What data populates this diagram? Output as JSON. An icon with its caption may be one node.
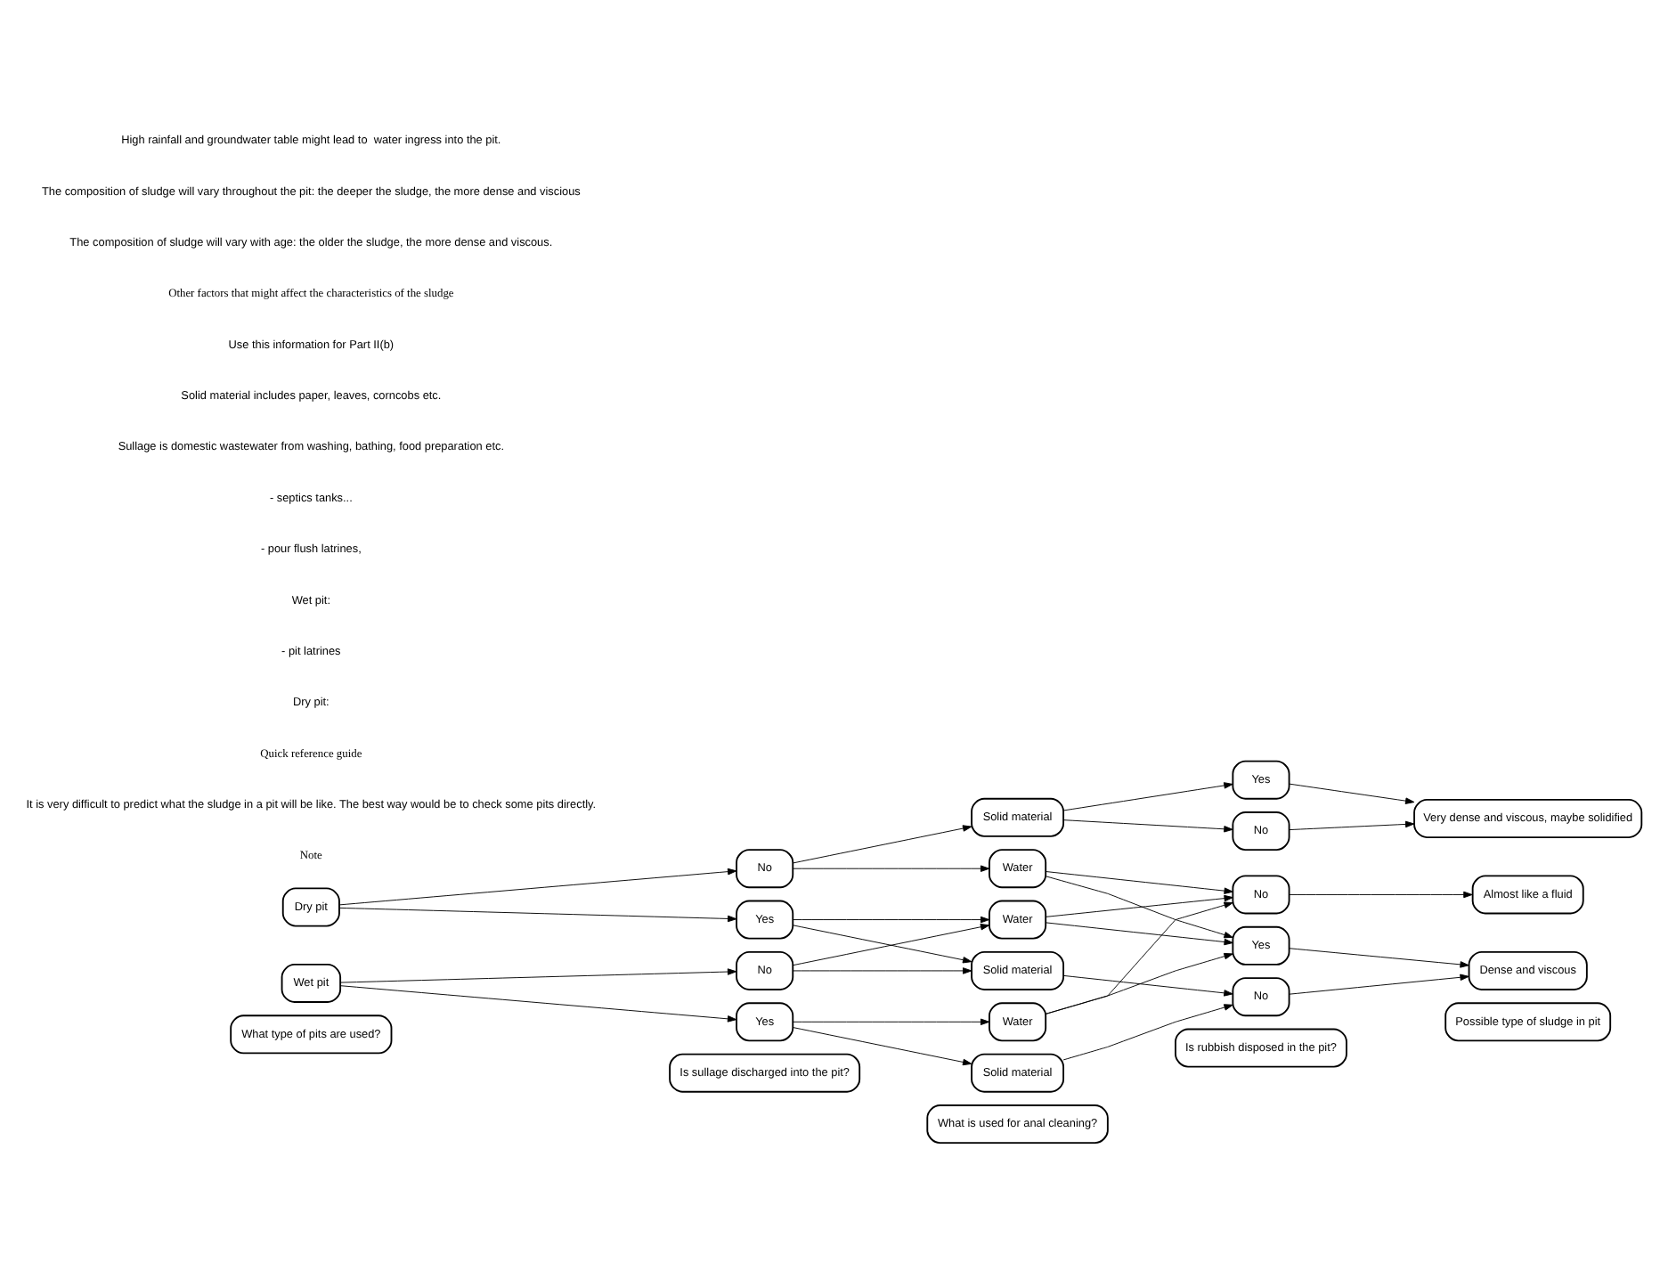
{
  "diagram": {
    "nodes": [
      {
        "text": [
          "What type of pits are used?"
        ]
      },
      {
        "text": [
          "Is sullage discharged into the pit?"
        ]
      },
      {
        "text": [
          "What is used for anal cleaning?"
        ]
      },
      {
        "text": [
          "Is rubbish disposed in the pit?"
        ]
      },
      {
        "text": [
          "Possible type of sludge in pit"
        ]
      },
      {
        "text": [
          "Dry pit"
        ]
      },
      {
        "text": [
          "Wet pit"
        ]
      },
      {
        "text": [
          "No"
        ]
      },
      {
        "text": [
          "Yes"
        ]
      },
      {
        "text": [
          "No"
        ]
      },
      {
        "text": [
          "Yes"
        ]
      },
      {
        "text": [
          "Solid material"
        ]
      },
      {
        "text": [
          "Water"
        ]
      },
      {
        "text": [
          "Solid material"
        ]
      },
      {
        "text": [
          "Water"
        ]
      },
      {
        "text": [
          "Solid material"
        ]
      },
      {
        "text": [
          "Water"
        ]
      },
      {
        "text": [
          "Yes"
        ]
      },
      {
        "text": [
          "No"
        ]
      },
      {
        "text": [
          "Yes"
        ]
      },
      {
        "text": [
          "No"
        ]
      },
      {
        "text": [
          "No"
        ]
      },
      {
        "text": [
          "Very dense and viscous, maybe solidified"
        ]
      },
      {
        "text": [
          "Dense and viscous"
        ]
      },
      {
        "text": [
          "Almost like a fluid"
        ]
      }
    ],
    "edges": [
      {
        "from": 5,
        "to": 7,
        "arrow": "to"
      },
      {
        "from": 5,
        "to": 8,
        "arrow": "to"
      },
      {
        "from": 6,
        "to": 9,
        "arrow": "to"
      },
      {
        "from": 6,
        "to": 10,
        "arrow": "to"
      },
      {
        "from": 7,
        "to": 11,
        "arrow": "to"
      },
      {
        "from": 7,
        "to": 12,
        "arrow": "to"
      },
      {
        "from": 8,
        "to": 13,
        "arrow": "to"
      },
      {
        "from": 8,
        "to": 14,
        "arrow": "to"
      },
      {
        "from": 9,
        "to": 13,
        "arrow": "to"
      },
      {
        "from": 9,
        "to": 14,
        "arrow": "to"
      },
      {
        "from": 10,
        "to": 15,
        "arrow": "to"
      },
      {
        "from": 10,
        "to": 16,
        "arrow": "to"
      },
      {
        "from": 11,
        "to": 17,
        "arrow": "to"
      },
      {
        "from": 11,
        "to": 18,
        "arrow": "to"
      },
      {
        "from": 12,
        "to": 19,
        "arrow": "to"
      },
      {
        "from": 12,
        "to": 21,
        "arrow": "to"
      },
      {
        "from": 13,
        "to": 20,
        "arrow": "to"
      },
      {
        "from": 14,
        "to": 19,
        "arrow": "to"
      },
      {
        "from": 14,
        "to": 21,
        "arrow": "to"
      },
      {
        "from": 15,
        "to": 20,
        "arrow": "to"
      },
      {
        "from": 16,
        "to": 19,
        "arrow": "to"
      },
      {
        "from": 16,
        "to": 21,
        "arrow": "to"
      },
      {
        "from": 17,
        "to": 22,
        "arrow": "to"
      },
      {
        "from": 18,
        "to": 22,
        "arrow": "to"
      },
      {
        "from": 19,
        "to": 23,
        "arrow": "to"
      },
      {
        "from": 20,
        "to": 23,
        "arrow": "to"
      },
      {
        "from": 21,
        "to": 24,
        "arrow": "to"
      }
    ],
    "labels": [
      "Note",
      "It is very difficult to predict what the sludge in a pit will be like. The best way would be to check some pits directly.",
      "Quick reference guide",
      "Dry pit:",
      "- pit latrines",
      "Wet pit:",
      "- pour flush latrines,",
      "- septics tanks...",
      "Sullage is domestic wastewater from washing, bathing, food preparation etc.",
      "Solid material includes paper, leaves, corncobs etc.",
      "Use this information for Part II(b)",
      "Other factors that might affect the characteristics of the sludge",
      "The composition of sludge will vary with age: the older the sludge, the more dense and viscous.",
      "The composition of sludge will vary throughout the pit: the deeper the sludge, the more dense and viscious",
      "High rainfall and groundwater table might lead to  water ingress into the pit."
    ]
  }
}
